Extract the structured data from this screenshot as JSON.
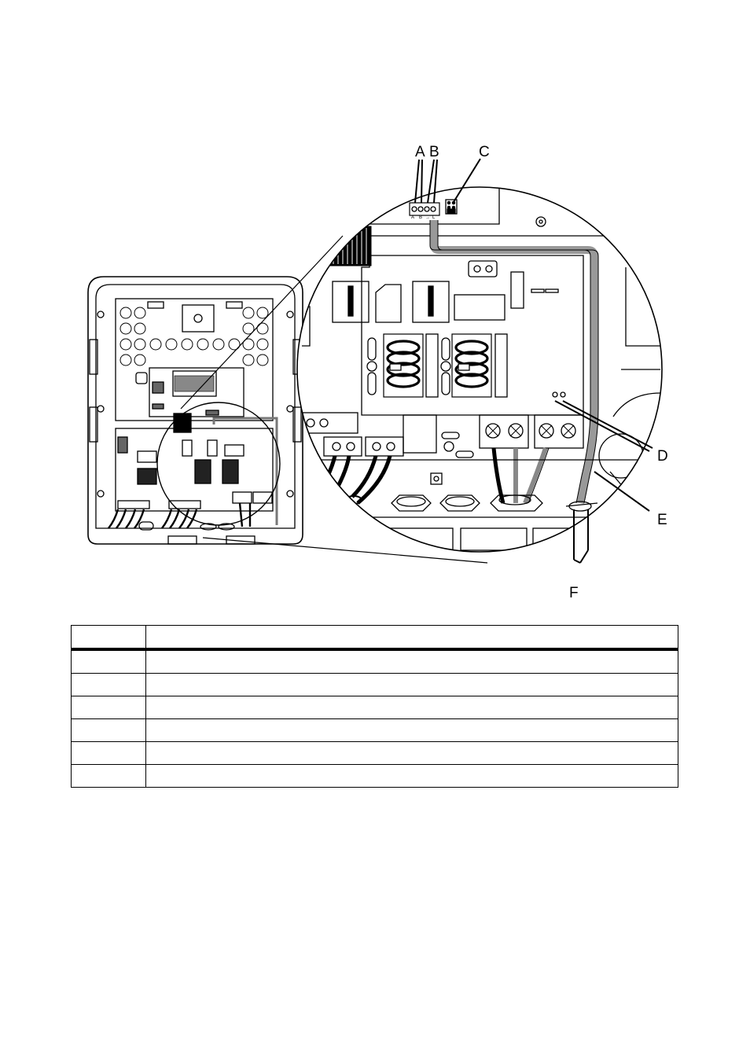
{
  "figure": {
    "callouts": {
      "A": "A",
      "B": "B",
      "C": "C",
      "D": "D",
      "E": "E",
      "F": "F"
    },
    "terminal_marks": [
      "A",
      "B",
      "→",
      "L"
    ]
  },
  "legend_table": {
    "headers": [
      "",
      ""
    ],
    "rows": [
      {
        "position": "",
        "description": ""
      },
      {
        "position": "",
        "description": ""
      },
      {
        "position": "",
        "description": ""
      },
      {
        "position": "",
        "description": ""
      },
      {
        "position": "",
        "description": ""
      },
      {
        "position": "",
        "description": ""
      }
    ]
  }
}
